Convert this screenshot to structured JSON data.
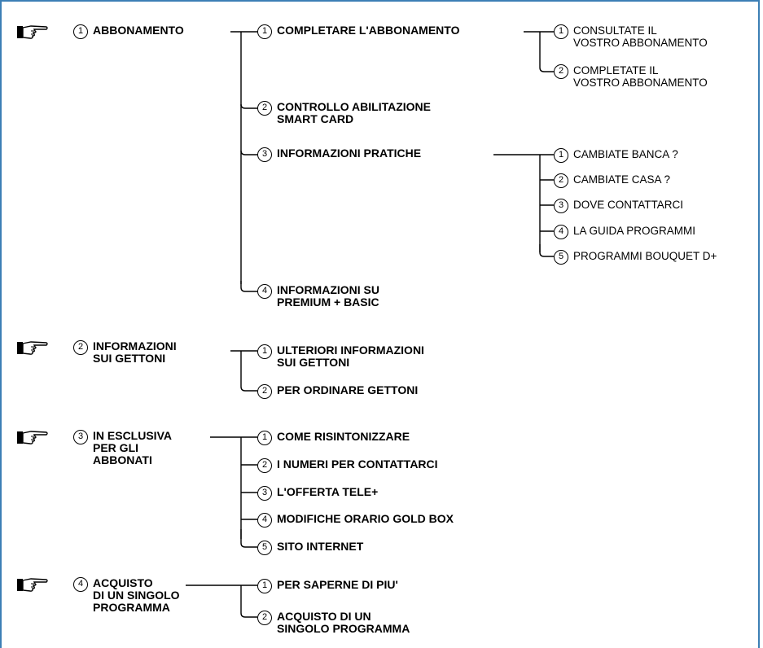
{
  "menu": [
    {
      "number": "1",
      "label": "ABBONAMENTO",
      "children": [
        {
          "number": "1",
          "label": "COMPLETARE L'ABBONAMENTO",
          "children": [
            {
              "number": "1",
              "label": "CONSULTATE IL\nVOSTRO ABBONAMENTO"
            },
            {
              "number": "2",
              "label": "COMPLETATE IL\nVOSTRO ABBONAMENTO"
            }
          ]
        },
        {
          "number": "2",
          "label": "CONTROLLO ABILITAZIONE\nSMART CARD"
        },
        {
          "number": "3",
          "label": "INFORMAZIONI PRATICHE",
          "children": [
            {
              "number": "1",
              "label": "CAMBIATE BANCA ?"
            },
            {
              "number": "2",
              "label": "CAMBIATE CASA ?"
            },
            {
              "number": "3",
              "label": "DOVE CONTATTARCI"
            },
            {
              "number": "4",
              "label": "LA GUIDA PROGRAMMI"
            },
            {
              "number": "5",
              "label": "PROGRAMMI BOUQUET D+"
            }
          ]
        },
        {
          "number": "4",
          "label": "INFORMAZIONI SU\nPREMIUM + BASIC"
        }
      ]
    },
    {
      "number": "2",
      "label": "INFORMAZIONI\nSUI GETTONI",
      "children": [
        {
          "number": "1",
          "label": "ULTERIORI INFORMAZIONI\nSUI GETTONI"
        },
        {
          "number": "2",
          "label": "PER ORDINARE GETTONI"
        }
      ]
    },
    {
      "number": "3",
      "label": "IN ESCLUSIVA\nPER GLI\nABBONATI",
      "children": [
        {
          "number": "1",
          "label": "COME RISINTONIZZARE"
        },
        {
          "number": "2",
          "label": "I NUMERI PER CONTATTARCI"
        },
        {
          "number": "3",
          "label": "L'OFFERTA TELE+"
        },
        {
          "number": "4",
          "label": "MODIFICHE ORARIO GOLD BOX"
        },
        {
          "number": "5",
          "label": "SITO INTERNET"
        }
      ]
    },
    {
      "number": "4",
      "label": "ACQUISTO\nDI UN SINGOLO\nPROGRAMMA",
      "children": [
        {
          "number": "1",
          "label": "PER SAPERNE DI PIU'"
        },
        {
          "number": "2",
          "label": "ACQUISTO DI UN\nSINGOLO PROGRAMMA"
        }
      ]
    }
  ],
  "icons": {
    "pointer": "pointing-hand-icon"
  },
  "colors": {
    "frame": "#3c7fb5",
    "text": "#000000"
  }
}
